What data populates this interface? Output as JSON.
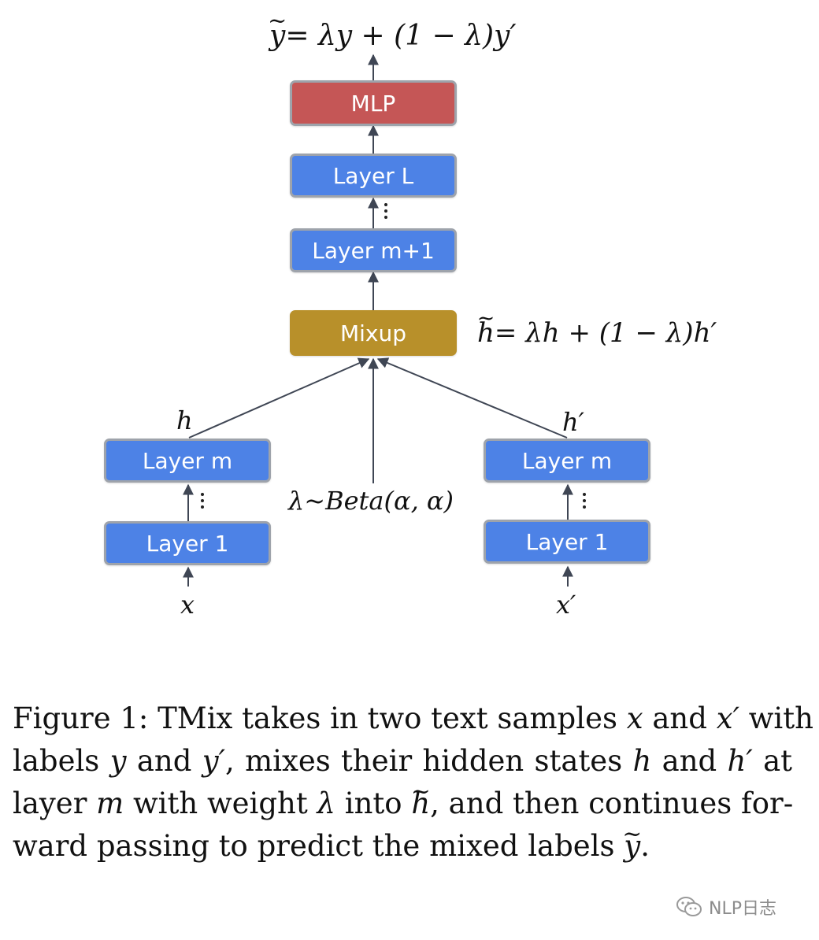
{
  "diagram": {
    "colors": {
      "layer_box": "#4d82e6",
      "mlp_box": "#c55656",
      "mixup_box": "#b8902a",
      "border": "#9ea3ab",
      "arrow": "#3f4654"
    },
    "nodes": {
      "mlp": "MLP",
      "layer_l": "Layer L",
      "layer_m1": "Layer m+1",
      "mixup": "Mixup",
      "left_layer_m": "Layer m",
      "left_layer_1": "Layer 1",
      "right_layer_m": "Layer m",
      "right_layer_1": "Layer 1"
    },
    "formulas": {
      "output_lhs": "y",
      "output_rhs_part1": "= λy + (1 − λ)y′",
      "mix_lhs": "h",
      "mix_rhs": "= λh + (1 − λ)h′",
      "lambda_dist": "λ~Beta(α, α)"
    },
    "labels": {
      "h": "h",
      "h_prime": "h′",
      "x": "x",
      "x_prime": "x′"
    }
  },
  "caption": {
    "line1_a": "Figure 1: TMix takes in two text samples ",
    "line1_x": "x",
    "line1_b": " and ",
    "line1_xp": "x′",
    "line1_c": " with",
    "line2_a": "labels ",
    "line2_y": "y",
    "line2_b": " and ",
    "line2_yp": "y′",
    "line2_c": ", mixes their hidden states ",
    "line2_h": "h",
    "line2_d": " and ",
    "line2_hp": "h′",
    "line2_e": " at",
    "line3_a": "layer ",
    "line3_m": "m",
    "line3_b": " with weight ",
    "line3_l": "λ",
    "line3_c": " into ",
    "line3_ht": "h",
    "line3_d": ", and then continues for-",
    "line4_a": "ward passing to predict the mixed labels ",
    "line4_yt": "y",
    "line4_b": "."
  },
  "watermark": {
    "text": "NLP日志",
    "icon": "wechat-icon"
  }
}
